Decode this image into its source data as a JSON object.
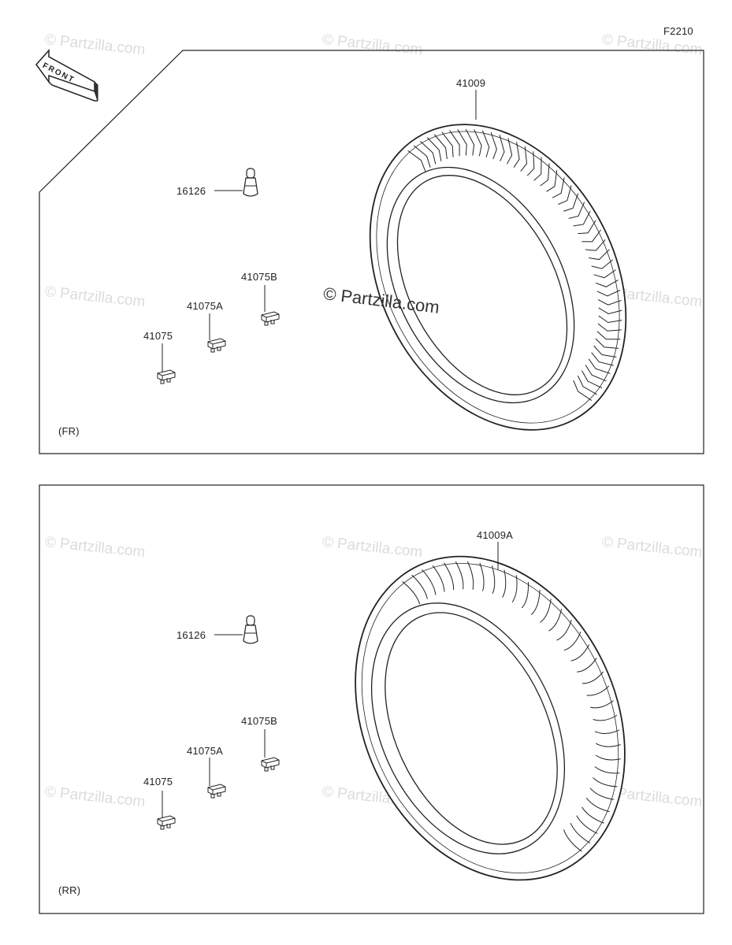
{
  "figure_code": "F2210",
  "front_arrow": "FRONT",
  "watermark": "© Partzilla.com",
  "front_panel": {
    "section_label": "(FR)",
    "parts": {
      "tire": "41009",
      "valve": "16126",
      "weight": "41075",
      "weight_a": "41075A",
      "weight_b": "41075B"
    }
  },
  "rear_panel": {
    "section_label": "(RR)",
    "parts": {
      "tire": "41009A",
      "valve": "16126",
      "weight": "41075",
      "weight_a": "41075A",
      "weight_b": "41075B"
    }
  }
}
